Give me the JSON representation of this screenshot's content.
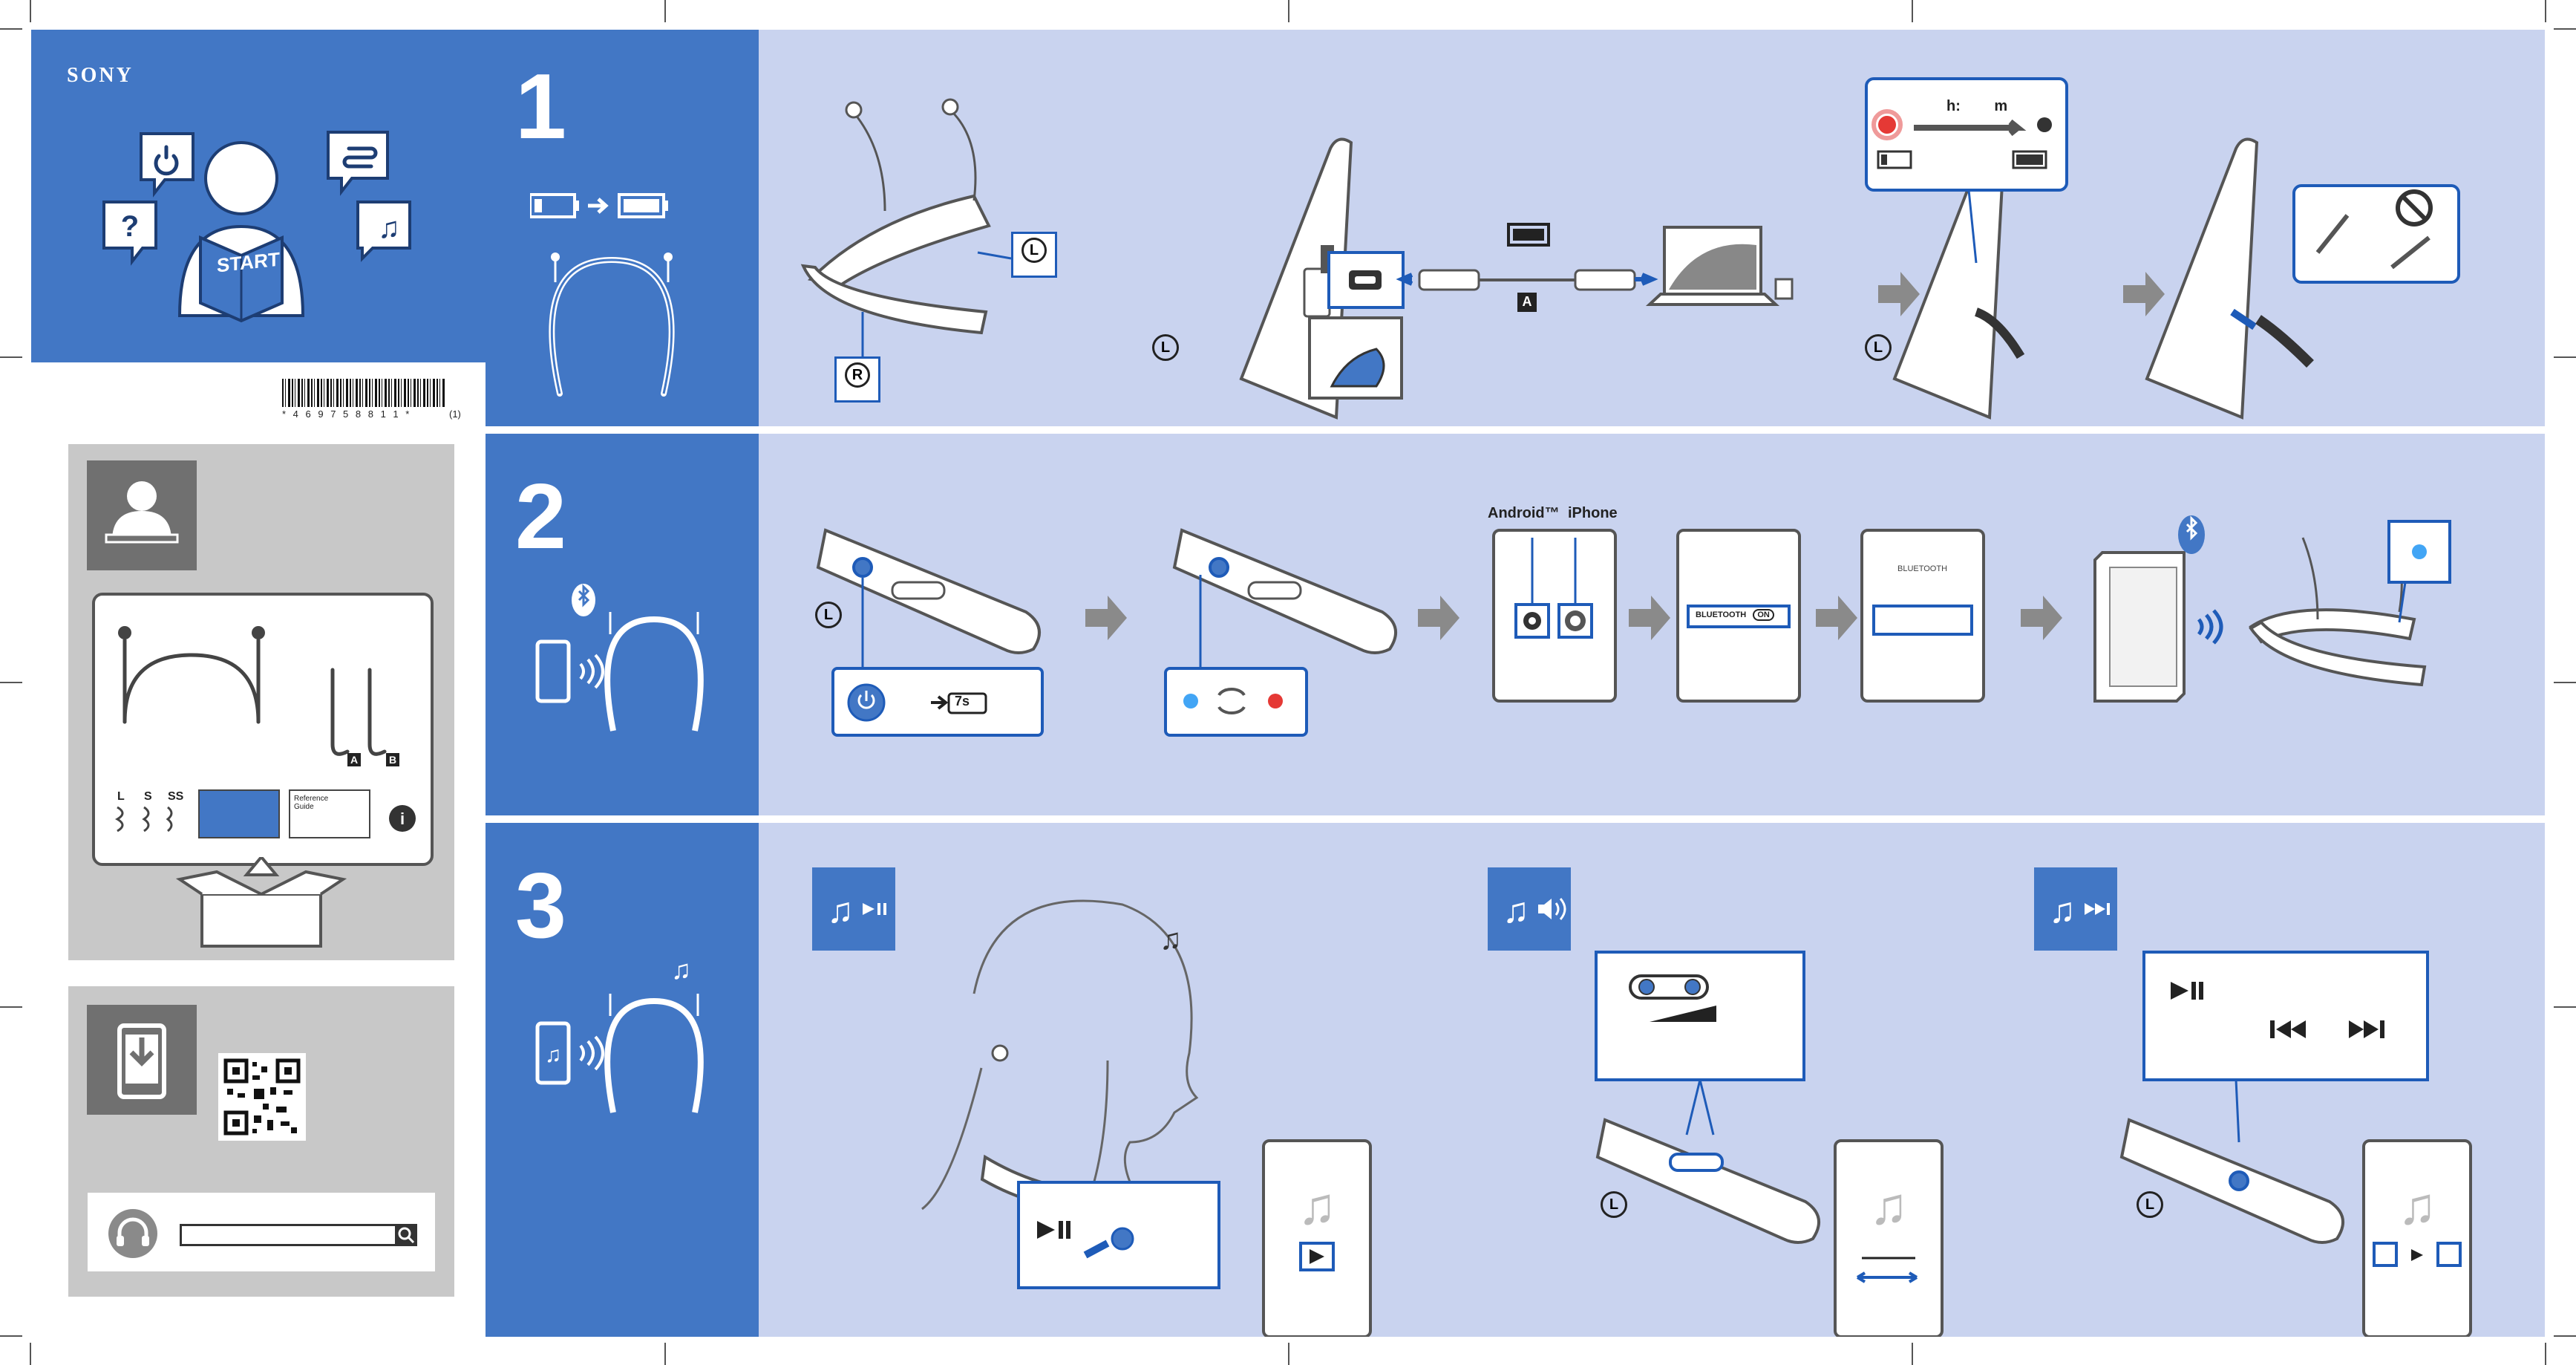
{
  "brand": "SONY",
  "cover": {
    "start_label": "START",
    "barcode_number": "* 4 6 9 7 5 8 8 1 1 *",
    "barcode_suffix": "(1)"
  },
  "package": {
    "cable_a": "A",
    "cable_b": "B",
    "tip_sizes": [
      "L",
      "S",
      "SS"
    ],
    "reference_guide": "Reference Guide"
  },
  "steps": [
    {
      "number": "1",
      "label_l": "L",
      "label_r": "R",
      "cable_label": "A",
      "timer": "h: m"
    },
    {
      "number": "2",
      "label_l": "L",
      "android_label": "Android™",
      "iphone_label": "iPhone",
      "bluetooth_label": "BLUETOOTH",
      "on_label": "ON",
      "hold_time": "7s"
    },
    {
      "number": "3",
      "label_l": "L"
    }
  ],
  "colors": {
    "dark_blue": "#4277c5",
    "light_blue": "#c9d3ef",
    "gray_panel": "#c8c8c8",
    "dark_gray": "#707070"
  }
}
